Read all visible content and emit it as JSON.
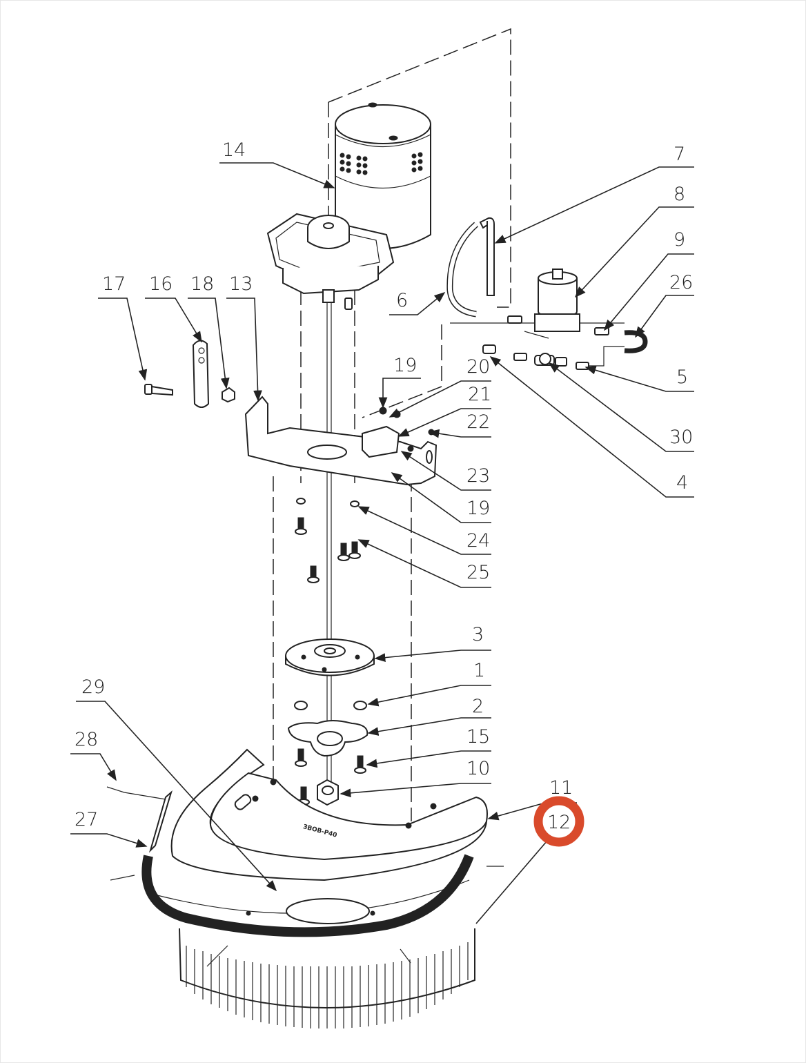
{
  "diagram": {
    "type": "exploded-parts-diagram",
    "engraving_text": "3BOB-P40",
    "highlight": {
      "callout": "12",
      "color": "#d94a2b"
    },
    "callouts": [
      {
        "id": "c14",
        "number": "14"
      },
      {
        "id": "c7",
        "number": "7"
      },
      {
        "id": "c8",
        "number": "8"
      },
      {
        "id": "c9",
        "number": "9"
      },
      {
        "id": "c26",
        "number": "26"
      },
      {
        "id": "c6",
        "number": "6"
      },
      {
        "id": "c17",
        "number": "17"
      },
      {
        "id": "c16",
        "number": "16"
      },
      {
        "id": "c18",
        "number": "18"
      },
      {
        "id": "c13",
        "number": "13"
      },
      {
        "id": "c19a",
        "number": "19"
      },
      {
        "id": "c20",
        "number": "20"
      },
      {
        "id": "c21",
        "number": "21"
      },
      {
        "id": "c22",
        "number": "22"
      },
      {
        "id": "c5",
        "number": "5"
      },
      {
        "id": "c30",
        "number": "30"
      },
      {
        "id": "c23",
        "number": "23"
      },
      {
        "id": "c4",
        "number": "4"
      },
      {
        "id": "c19b",
        "number": "19"
      },
      {
        "id": "c24",
        "number": "24"
      },
      {
        "id": "c25",
        "number": "25"
      },
      {
        "id": "c3",
        "number": "3"
      },
      {
        "id": "c29",
        "number": "29"
      },
      {
        "id": "c1",
        "number": "1"
      },
      {
        "id": "c28",
        "number": "28"
      },
      {
        "id": "c2",
        "number": "2"
      },
      {
        "id": "c15",
        "number": "15"
      },
      {
        "id": "c10",
        "number": "10"
      },
      {
        "id": "c11",
        "number": "11"
      },
      {
        "id": "c27",
        "number": "27"
      },
      {
        "id": "c12",
        "number": "12"
      }
    ]
  }
}
